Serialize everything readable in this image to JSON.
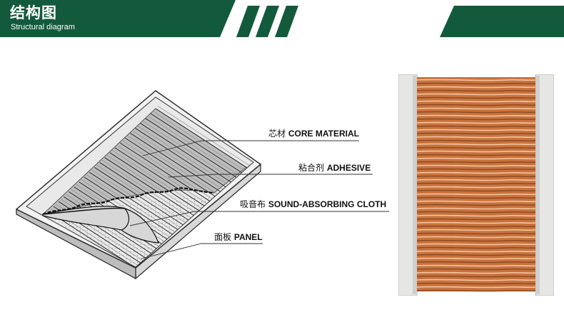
{
  "header": {
    "title": "结构图",
    "subtitle": "Structural diagram",
    "color": "#135a3c"
  },
  "diagram": {
    "labels": [
      {
        "cn": "芯材",
        "en": "CORE MATERIAL"
      },
      {
        "cn": "粘合剂",
        "en": "ADHESIVE"
      },
      {
        "cn": "吸音布",
        "en": "SOUND-ABSORBING CLOTH"
      },
      {
        "cn": "面板",
        "en": "PANEL"
      }
    ]
  },
  "photo": {
    "frame_color": "#e6e6e4",
    "core_color": "#c9733e"
  }
}
